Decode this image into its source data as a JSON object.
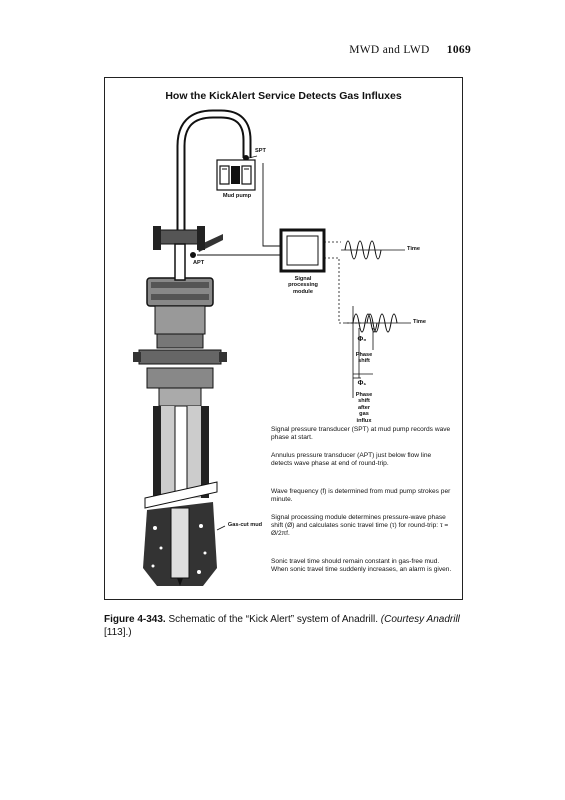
{
  "running_head": {
    "section": "MWD and LWD",
    "page_number": "1069"
  },
  "figure": {
    "title": "How the KickAlert Service Detects Gas Influxes",
    "labels": {
      "spt": "SPT",
      "apt": "APT",
      "mud_pump": "Mud pump",
      "signal_module": "Signal processing module",
      "time_top": "Time",
      "time_bottom": "Time",
      "phi0": "Φ₀",
      "phase_shift": "Phase shift",
      "phi1": "Φ₁",
      "phase_shift_after": "Phase shift after gas influx",
      "gas_cut_mud": "Gas-cut mud"
    },
    "notes": [
      "Signal pressure transducer (SPT) at mud pump records wave phase at start.",
      "Annulus pressure transducer (APT) just below flow line detects wave phase at end of round-trip.",
      "Wave frequency (f) is determined from mud pump strokes per minute.",
      "Signal processing module determines pressure-wave phase shift (Ø) and calculates sonic travel time (τ) for round-trip: τ = Ø/2πf.",
      "Sonic travel time should remain constant in gas-free mud. When sonic travel time suddenly increases, an alarm is given."
    ]
  },
  "caption": {
    "label": "Figure 4-343.",
    "text": " Schematic of the “Kick Alert” system of Anadrill. ",
    "credit": "(Courtesy Anadrill",
    "ref": " [113].)"
  }
}
